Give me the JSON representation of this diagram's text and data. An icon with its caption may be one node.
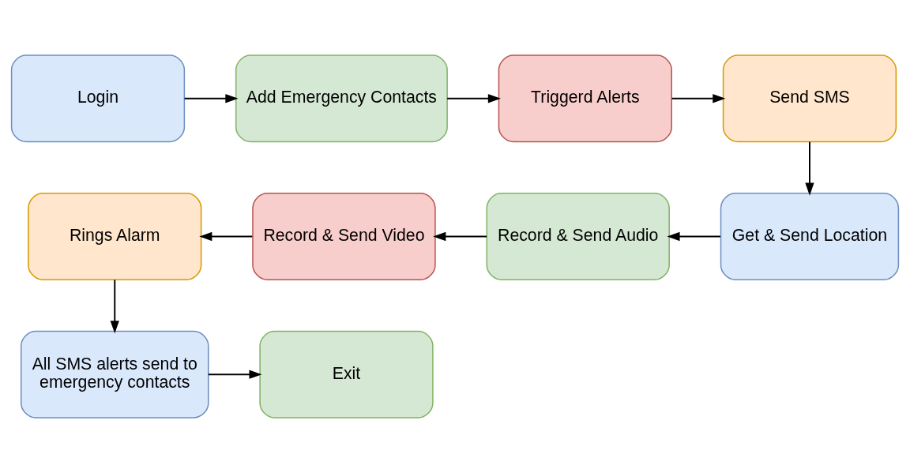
{
  "diagram": {
    "nodes": [
      {
        "text": [
          "Login"
        ]
      },
      {
        "text": [
          "Add Emergency Contacts"
        ]
      },
      {
        "text": [
          "Triggerd Alerts"
        ]
      },
      {
        "text": [
          "Send SMS"
        ]
      },
      {
        "text": [
          "Get & Send Location"
        ]
      },
      {
        "text": [
          "Record & Send Audio"
        ]
      },
      {
        "text": [
          "Record & Send Video"
        ]
      },
      {
        "text": [
          "Rings Alarm"
        ]
      },
      {
        "text": [
          "All SMS alerts send to emergency contacts"
        ]
      },
      {
        "text": [
          "Exit"
        ]
      }
    ],
    "edges": [
      {
        "from": 0,
        "to": 1,
        "arrow": "to"
      },
      {
        "from": 1,
        "to": 2,
        "arrow": "to"
      },
      {
        "from": 2,
        "to": 3,
        "arrow": "to"
      },
      {
        "from": 3,
        "to": 4,
        "arrow": "to"
      },
      {
        "from": 4,
        "to": 5,
        "arrow": "to"
      },
      {
        "from": 5,
        "to": 6,
        "arrow": "to"
      },
      {
        "from": 6,
        "to": 7,
        "arrow": "to"
      },
      {
        "from": 7,
        "to": 8,
        "arrow": "to"
      },
      {
        "from": 8,
        "to": 9,
        "arrow": "to"
      }
    ]
  }
}
